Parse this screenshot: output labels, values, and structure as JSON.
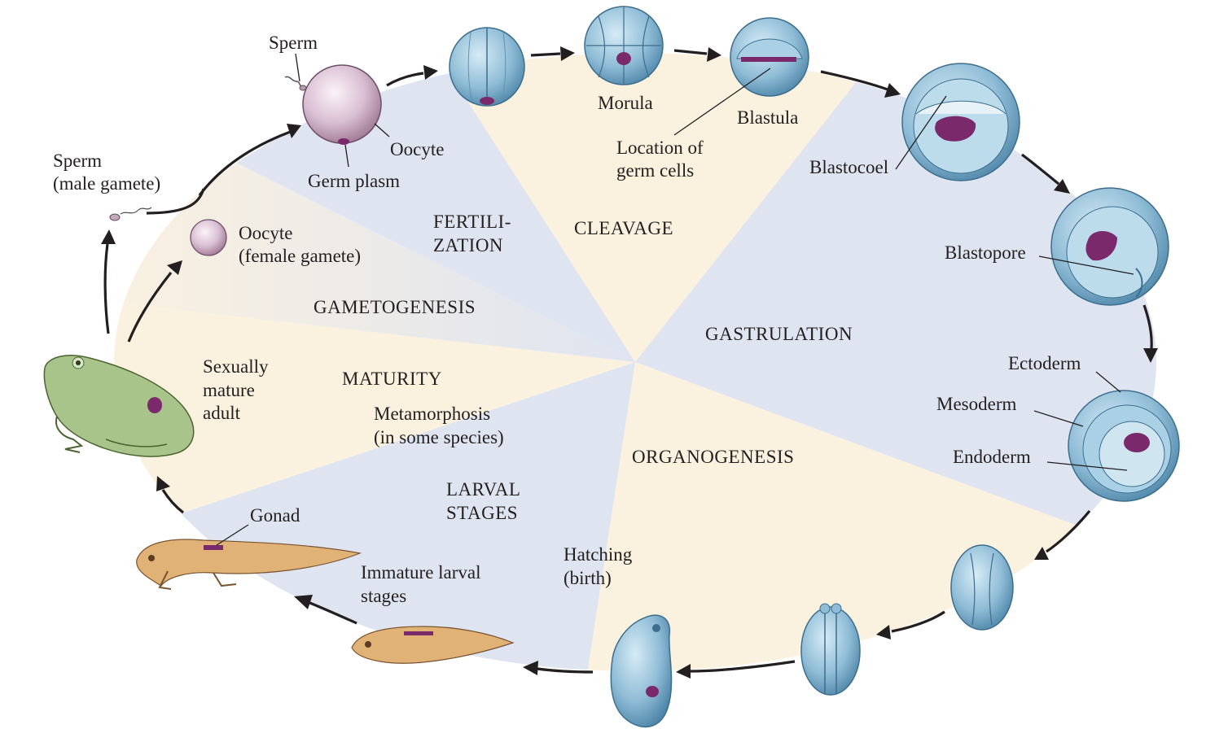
{
  "stages": {
    "fertilization_1": "FERTILI-",
    "fertilization_2": "ZATION",
    "cleavage": "CLEAVAGE",
    "gastrulation": "GASTRULATION",
    "organogenesis": "ORGANOGENESIS",
    "larval_1": "LARVAL",
    "larval_2": "STAGES",
    "maturity": "MATURITY",
    "gametogenesis": "GAMETOGENESIS"
  },
  "labels": {
    "sperm_top": "Sperm",
    "oocyte_top": "Oocyte",
    "germ_plasm": "Germ plasm",
    "sperm_male_1": "Sperm",
    "sperm_male_2": "(male gamete)",
    "oocyte_female_1": "Oocyte",
    "oocyte_female_2": "(female gamete)",
    "morula": "Morula",
    "blastula": "Blastula",
    "germ_cells_1": "Location of",
    "germ_cells_2": "germ cells",
    "blastocoel": "Blastocoel",
    "blastopore": "Blastopore",
    "ectoderm": "Ectoderm",
    "mesoderm": "Mesoderm",
    "endoderm": "Endoderm",
    "sexually_1": "Sexually",
    "sexually_2": "mature",
    "sexually_3": "adult",
    "metamorphosis_1": "Metamorphosis",
    "metamorphosis_2": "(in some species)",
    "gonad": "Gonad",
    "immature_1": "Immature larval",
    "immature_2": "stages",
    "hatching_1": "Hatching",
    "hatching_2": "(birth)"
  },
  "colors": {
    "sector_blue": "#dfe4f1",
    "sector_cream": "#fbf1df",
    "embryo_blue": "#8fbcd6",
    "germ_purple": "#7a2a6a",
    "oocyte_pink": "#d9bfd3",
    "frog_green": "#a8c48a",
    "tadpole_tan": "#e0b276"
  }
}
